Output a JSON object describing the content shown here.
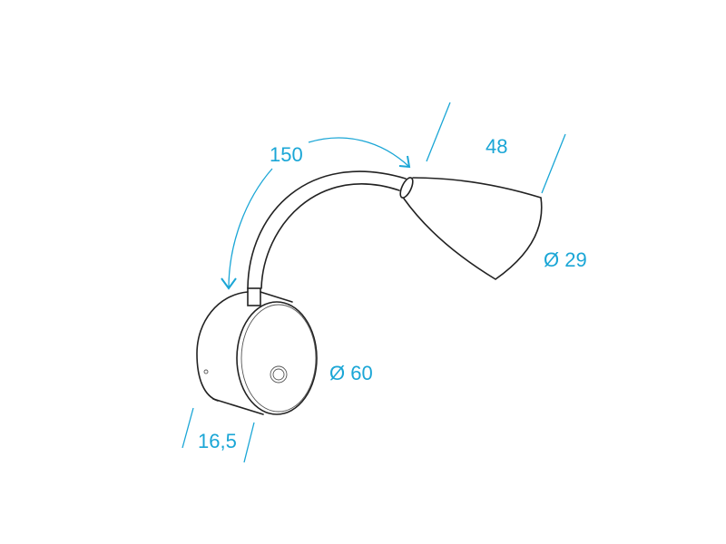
{
  "colors": {
    "dimension": "#1aa6d6",
    "line": "#222222"
  },
  "dimensions": {
    "arm_length": "150",
    "shade_length": "48",
    "shade_diameter": "Ø 29",
    "base_diameter": "Ø 60",
    "base_depth": "16,5"
  }
}
